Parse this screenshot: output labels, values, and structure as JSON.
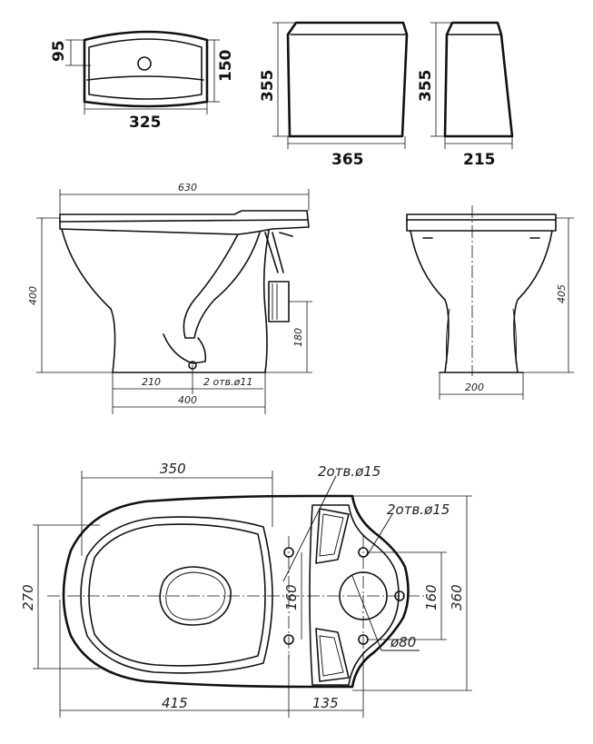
{
  "tank_top": {
    "depth_dim": "95",
    "width_dim": "325",
    "height_dim": "150"
  },
  "tank_front": {
    "height_dim": "355",
    "width_dim": "365"
  },
  "tank_side": {
    "height_dim": "355",
    "width_dim": "215"
  },
  "bowl_side": {
    "length_dim": "630",
    "height_dim": "400",
    "outlet_height_dim": "180",
    "hole_offset_dim": "210",
    "base_length_dim": "400",
    "holes_note": "2 отв.ø11"
  },
  "bowl_front": {
    "height_dim": "405",
    "base_width_dim": "200"
  },
  "bowl_plan": {
    "bowl_length_dim": "350",
    "holes_note_left": "2отв.ø15",
    "holes_note_right": "2отв.ø15",
    "bowl_width_dim": "270",
    "left_spacing_dim": "160",
    "right_spacing_dim": "160",
    "total_width_dim": "360",
    "overall_length_dim": "415",
    "rear_dim": "135",
    "outlet_dim": "ø80"
  }
}
